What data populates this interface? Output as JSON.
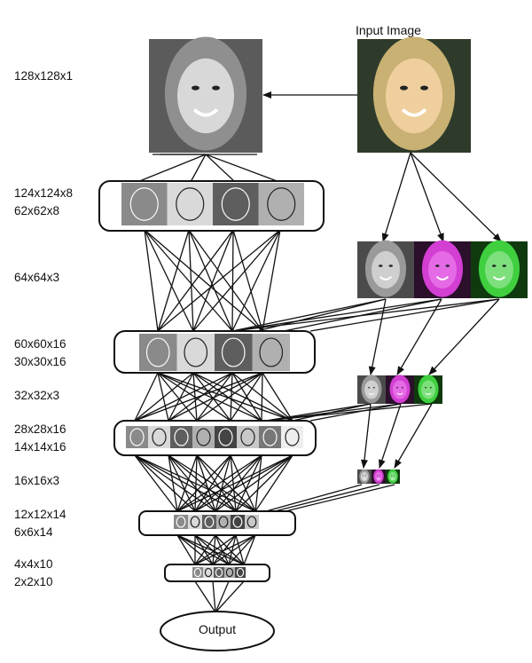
{
  "input_label": "Input Image",
  "output_label": "Output",
  "layer_labels": [
    {
      "lines": [
        "128x128x1"
      ]
    },
    {
      "lines": [
        "124x124x8",
        "62x62x8"
      ]
    },
    {
      "lines": [
        "64x64x3"
      ]
    },
    {
      "lines": [
        "60x60x16",
        "30x30x16"
      ]
    },
    {
      "lines": [
        "32x32x3"
      ]
    },
    {
      "lines": [
        "28x28x16",
        "14x14x16"
      ]
    },
    {
      "lines": [
        "16x16x3"
      ]
    },
    {
      "lines": [
        "12x12x14",
        "6x6x14"
      ]
    },
    {
      "lines": [
        "4x4x10",
        "2x2x10"
      ]
    }
  ],
  "channel_tints": [
    "#9a9a9a",
    "#d23fd2",
    "#3fcf3f"
  ]
}
